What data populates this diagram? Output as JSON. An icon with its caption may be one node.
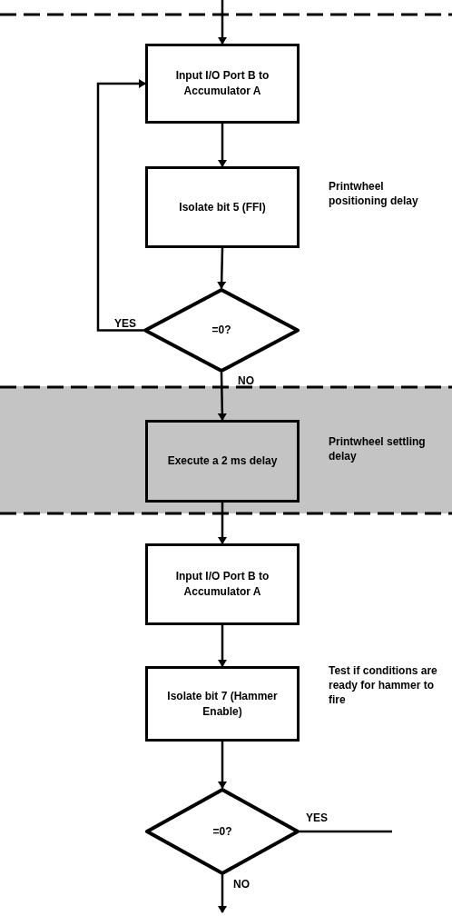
{
  "diagram": {
    "nodes": [
      {
        "text": [
          "Input I/O Port B to Accumulator A"
        ]
      },
      {
        "text": [
          "Isolate bit 5 (FFI)"
        ],
        "beside": [
          "Printwheel positioning delay"
        ]
      },
      {
        "text": [
          "=0?"
        ]
      },
      {
        "text": [
          "Execute a 2 ms delay"
        ],
        "beside": [
          "Printwheel settling delay"
        ]
      },
      {
        "text": [
          "Input I/O Port B to Accumulator A"
        ]
      },
      {
        "text": [
          "Isolate bit 7 (Hammer Enable)"
        ],
        "beside": [
          "Test if conditions are ready for hammer to fire"
        ]
      },
      {
        "text": [
          "=0?"
        ]
      }
    ],
    "edges": [
      {
        "from": null,
        "to": 0,
        "arrow": "to"
      },
      {
        "from": 0,
        "to": 1,
        "arrow": "to"
      },
      {
        "from": 1,
        "to": 2,
        "arrow": "to"
      },
      {
        "from": 2,
        "to": 0,
        "label": "YES",
        "arrow": "to"
      },
      {
        "from": 2,
        "to": 3,
        "label": "NO",
        "arrow": "to"
      },
      {
        "from": 3,
        "to": 4,
        "arrow": "to"
      },
      {
        "from": 4,
        "to": 5,
        "arrow": "to"
      },
      {
        "from": 5,
        "to": 6,
        "arrow": "to"
      },
      {
        "from": 6,
        "to": null,
        "label": "YES",
        "arrow": "none"
      },
      {
        "from": 6,
        "to": null,
        "label": "NO",
        "arrow": "to"
      }
    ]
  }
}
